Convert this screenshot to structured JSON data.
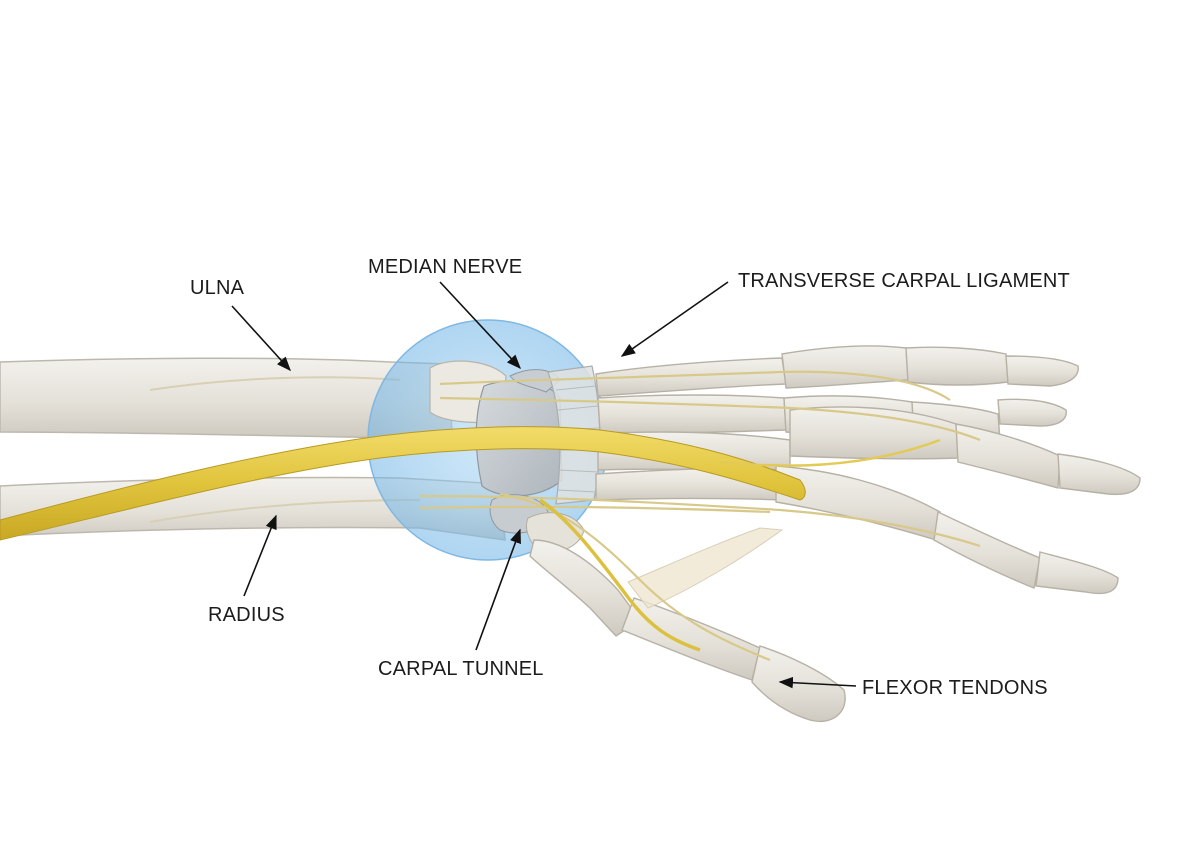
{
  "labels": {
    "ulna": "ULNA",
    "median_nerve": "MEDIAN NERVE",
    "transverse_carpal_ligament": "TRANSVERSE CARPAL LIGAMENT",
    "radius": "RADIUS",
    "carpal_tunnel": "CARPAL TUNNEL",
    "flexor_tendons": "FLEXOR TENDONS"
  },
  "colors": {
    "bone_fill": "#e6e3dc",
    "bone_stroke": "#b9b4aa",
    "nerve": "#d9bd36",
    "tendon": "#d8c98a",
    "highlight": "#8fc6ec",
    "label_text": "#1c1c1c"
  }
}
